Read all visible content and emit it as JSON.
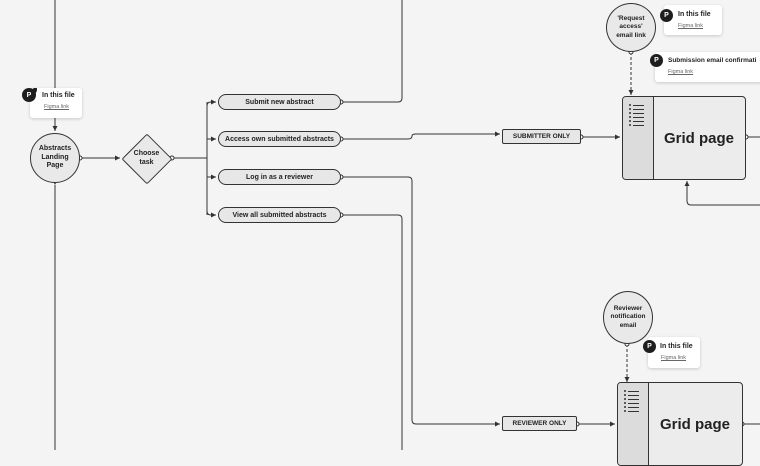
{
  "landing": {
    "label": "Abstracts\nLanding\nPage"
  },
  "choose": {
    "label": "Choose\ntask"
  },
  "tasks": [
    "Submit new abstract",
    "Access own submitted abstracts",
    "Log in as a reviewer",
    "View all submitted abstracts"
  ],
  "tags": {
    "submitter": "SUBMITTER ONLY",
    "reviewer": "REVIEWER ONLY"
  },
  "cards": [
    {
      "title": "In this file",
      "link": "Figma link",
      "logo": "P"
    },
    {
      "title": "In this file",
      "link": "Figma link",
      "logo": "P"
    },
    {
      "title": "Submission email confirmati",
      "link": "Figma link",
      "logo": "P"
    },
    {
      "title": "In this file",
      "link": "Figma link",
      "logo": "P"
    }
  ],
  "emails": {
    "request": "'Request\naccess'\nemail link",
    "reviewer": "Reviewer\nnotification\nemail"
  },
  "grid_pages": [
    "Grid page",
    "Grid page"
  ],
  "icons": [
    "list-icon",
    "figma-logo-icon"
  ],
  "colors": {
    "background": "#f4f4f4",
    "stroke": "#333333",
    "node_fill": "#e9e9e9",
    "card": "#ffffff"
  }
}
